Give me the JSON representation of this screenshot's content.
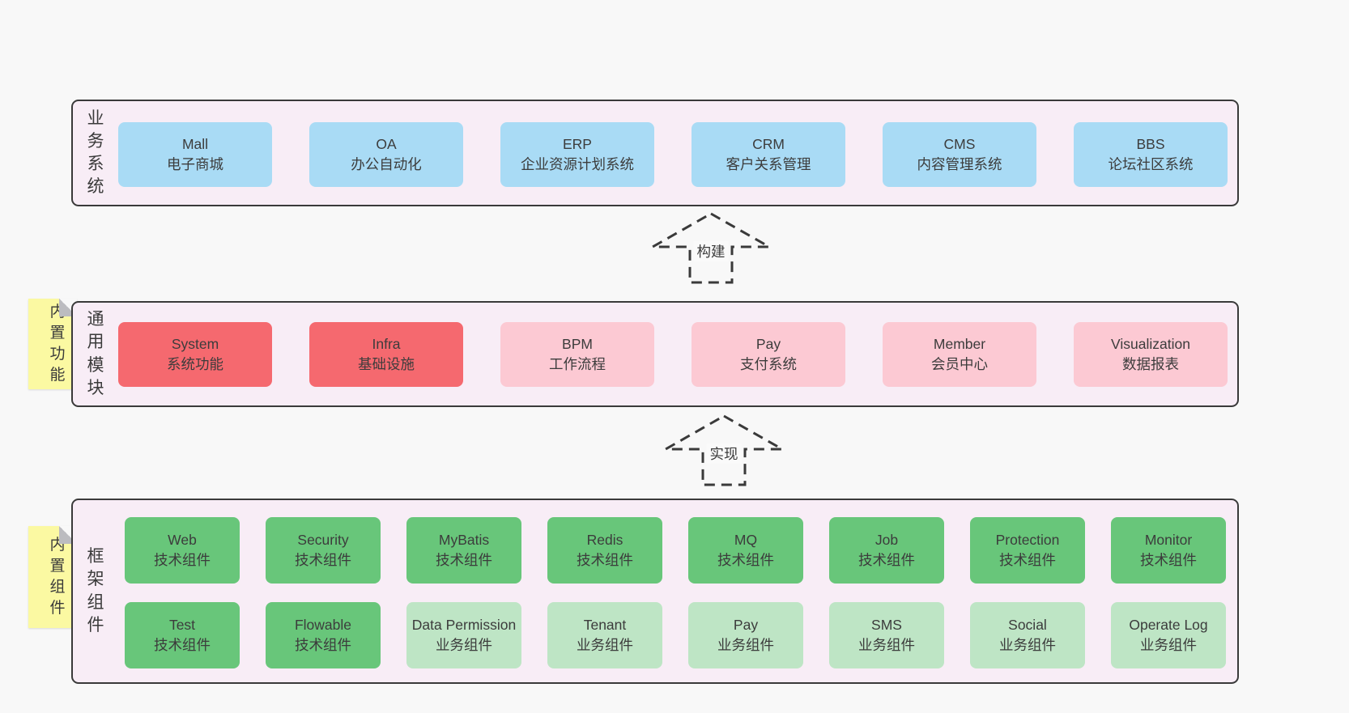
{
  "colors": {
    "page_bg": "#f8f8f8",
    "band_bg": "#f8edf6",
    "band_border": "#3a3a3a",
    "box_blue": "#a9dbf5",
    "box_red": "#f5696f",
    "box_pink": "#fcc9d3",
    "box_green": "#68c67a",
    "box_green_light": "#bee5c5",
    "tag_yellow": "#fbf9a2",
    "fold_gray": "#bcbcc0",
    "text": "#3c3c3c"
  },
  "arrows": [
    {
      "label": "构建"
    },
    {
      "label": "实现"
    }
  ],
  "bands": [
    {
      "label": "业务系统",
      "boxes": [
        {
          "en": "Mall",
          "cn": "电子商城"
        },
        {
          "en": "OA",
          "cn": "办公自动化"
        },
        {
          "en": "ERP",
          "cn": "企业资源计划系统"
        },
        {
          "en": "CRM",
          "cn": "客户关系管理"
        },
        {
          "en": "CMS",
          "cn": "内容管理系统"
        },
        {
          "en": "BBS",
          "cn": "论坛社区系统"
        }
      ]
    },
    {
      "label": "通用模块",
      "tag": "内置功能",
      "boxes": [
        {
          "en": "System",
          "cn": "系统功能"
        },
        {
          "en": "Infra",
          "cn": "基础设施"
        },
        {
          "en": "BPM",
          "cn": "工作流程"
        },
        {
          "en": "Pay",
          "cn": "支付系统"
        },
        {
          "en": "Member",
          "cn": "会员中心"
        },
        {
          "en": "Visualization",
          "cn": "数据报表"
        }
      ]
    },
    {
      "label": "框架组件",
      "tag": "内置组件",
      "rows": [
        [
          {
            "en": "Web",
            "cn": "技术组件"
          },
          {
            "en": "Security",
            "cn": "技术组件"
          },
          {
            "en": "MyBatis",
            "cn": "技术组件"
          },
          {
            "en": "Redis",
            "cn": "技术组件"
          },
          {
            "en": "MQ",
            "cn": "技术组件"
          },
          {
            "en": "Job",
            "cn": "技术组件"
          },
          {
            "en": "Protection",
            "cn": "技术组件"
          },
          {
            "en": "Monitor",
            "cn": "技术组件"
          }
        ],
        [
          {
            "en": "Test",
            "cn": "技术组件"
          },
          {
            "en": "Flowable",
            "cn": "技术组件"
          },
          {
            "en": "Data Permission",
            "cn": "业务组件"
          },
          {
            "en": "Tenant",
            "cn": "业务组件"
          },
          {
            "en": "Pay",
            "cn": "业务组件"
          },
          {
            "en": "SMS",
            "cn": "业务组件"
          },
          {
            "en": "Social",
            "cn": "业务组件"
          },
          {
            "en": "Operate Log",
            "cn": "业务组件"
          }
        ]
      ]
    }
  ]
}
